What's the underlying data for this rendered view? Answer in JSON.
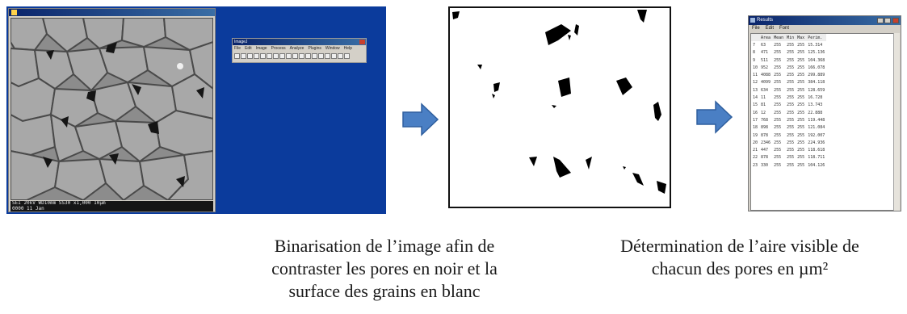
{
  "captions": {
    "binarisation": [
      "Binarisation de l’image afin de",
      "contraster les pores en noir et la",
      "surface des grains en blanc"
    ],
    "determination": [
      "Détermination de l’aire visible de",
      "chacun des pores en µm²"
    ]
  },
  "results_window": {
    "title": "Results",
    "menu": [
      "File",
      "Edit",
      "Font"
    ],
    "columns": [
      "",
      "Area",
      "Mean",
      "Min",
      "Max",
      "Perim."
    ],
    "rows": [
      [
        "7",
        "63",
        "255",
        "255",
        "255",
        "15.314"
      ],
      [
        "8",
        "471",
        "255",
        "255",
        "255",
        "125.136"
      ],
      [
        "9",
        "511",
        "255",
        "255",
        "255",
        "104.368"
      ],
      [
        "10",
        "952",
        "255",
        "255",
        "255",
        "166.078"
      ],
      [
        "11",
        "4088",
        "255",
        "255",
        "255",
        "299.889"
      ],
      [
        "12",
        "4099",
        "255",
        "255",
        "255",
        "384.118"
      ],
      [
        "13",
        "634",
        "255",
        "255",
        "255",
        "128.659"
      ],
      [
        "14",
        "11",
        "255",
        "255",
        "255",
        "16.728"
      ],
      [
        "15",
        "81",
        "255",
        "255",
        "255",
        "13.743"
      ],
      [
        "16",
        "12",
        "255",
        "255",
        "255",
        "22.888"
      ],
      [
        "17",
        "768",
        "255",
        "255",
        "255",
        "119.448"
      ],
      [
        "18",
        "898",
        "255",
        "255",
        "255",
        "121.084"
      ],
      [
        "19",
        "878",
        "255",
        "255",
        "255",
        "192.007"
      ],
      [
        "20",
        "2346",
        "255",
        "255",
        "255",
        "224.936"
      ],
      [
        "21",
        "447",
        "255",
        "255",
        "255",
        "118.618"
      ],
      [
        "22",
        "878",
        "255",
        "255",
        "255",
        "118.711"
      ],
      [
        "23",
        "330",
        "255",
        "255",
        "255",
        "104.126"
      ]
    ]
  },
  "imagej_toolbar": {
    "title": "ImageJ",
    "menu": [
      "File",
      "Edit",
      "Image",
      "Process",
      "Analyze",
      "Plugins",
      "Window",
      "Help"
    ]
  },
  "sem_info": [
    "SEI 20kV WD10mm SS30 x1,000 10µm",
    "                                    0000  11 Jan"
  ],
  "colors": {
    "desktop": "#0b3b9c",
    "arrow": "#4a7fc4",
    "titlebar": "#0a246a"
  },
  "icons": [
    "arrow-right-icon",
    "arrow-right-icon"
  ]
}
